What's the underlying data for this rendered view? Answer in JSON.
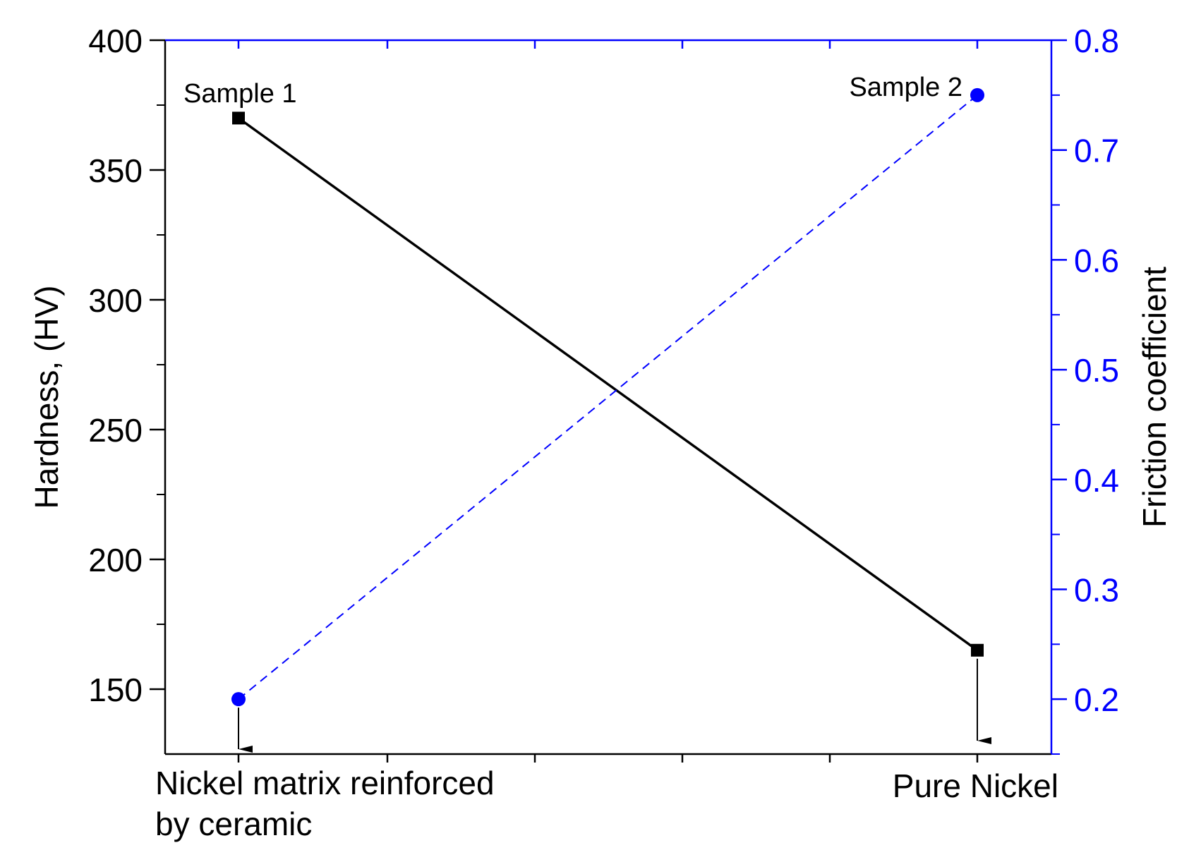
{
  "chart_data": {
    "type": "line",
    "categories": [
      "Nickel matrix reinforced by ceramic",
      "Pure Nickel"
    ],
    "category_label_lines": [
      [
        "Nickel matrix reinforced",
        "by ceramic"
      ],
      [
        "Pure Nickel"
      ]
    ],
    "series": [
      {
        "name": "",
        "axis": "left",
        "values": [
          370,
          165
        ],
        "marker": "square",
        "line": "solid",
        "color": "#000000"
      },
      {
        "name": "",
        "axis": "right",
        "values": [
          0.2,
          0.75
        ],
        "marker": "circle",
        "line": "dashed",
        "color": "#0000ff"
      }
    ],
    "y_left": {
      "label": "Hardness, (HV)",
      "range": [
        125,
        400
      ],
      "ticks": [
        150,
        200,
        250,
        300,
        350,
        400
      ],
      "tick_labels": [
        "150",
        "200",
        "250",
        "300",
        "350",
        "400"
      ],
      "color": "#000000"
    },
    "y_right": {
      "label": "Friction coefficient",
      "range": [
        0.15,
        0.8
      ],
      "ticks": [
        0.2,
        0.3,
        0.4,
        0.5,
        0.6,
        0.7,
        0.8
      ],
      "tick_labels": [
        "0.2",
        "0.3",
        "0.4",
        "0.5",
        "0.6",
        "0.7",
        "0.8"
      ],
      "color": "#0000ff"
    },
    "annotations": [
      "Sample 1",
      "Sample 2"
    ],
    "grid": false,
    "legend": "none"
  }
}
